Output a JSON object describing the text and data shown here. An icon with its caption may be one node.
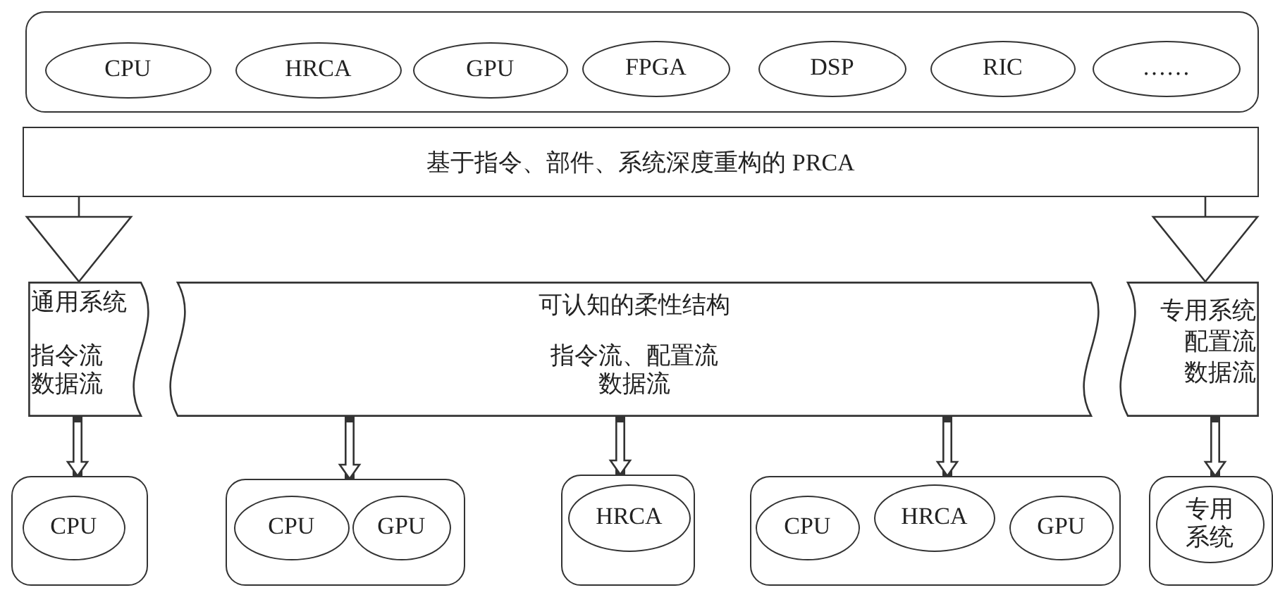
{
  "diagram": {
    "nodes": [
      {
        "text": [],
        "shape": "box"
      },
      {
        "text": [
          "CPU"
        ],
        "in": 0
      },
      {
        "text": [
          "HRCA"
        ],
        "in": 0
      },
      {
        "text": [
          "GPU"
        ],
        "in": 0
      },
      {
        "text": [
          "FPGA"
        ],
        "in": 0
      },
      {
        "text": [
          "DSP"
        ],
        "in": 0
      },
      {
        "text": [
          "RIC"
        ],
        "in": 0
      },
      {
        "text": [
          "……"
        ],
        "in": 0
      },
      {
        "text": [
          "基于指令、部件、系统深度重构的 PRCA"
        ]
      },
      {
        "text": [
          "通用系统",
          "指令流",
          "数据流"
        ]
      },
      {
        "text": [
          "可认知的柔性结构",
          "指令流、配置流",
          "数据流"
        ]
      },
      {
        "text": [
          "专用系统",
          "配置流",
          "数据流"
        ]
      },
      {
        "text": [],
        "shape": "box"
      },
      {
        "text": [
          "CPU"
        ],
        "in": 12
      },
      {
        "text": [],
        "shape": "box"
      },
      {
        "text": [
          "CPU"
        ],
        "in": 14
      },
      {
        "text": [
          "GPU"
        ],
        "in": 14
      },
      {
        "text": [],
        "shape": "box"
      },
      {
        "text": [
          "HRCA"
        ],
        "in": 17
      },
      {
        "text": [],
        "shape": "box"
      },
      {
        "text": [
          "CPU"
        ],
        "in": 19
      },
      {
        "text": [
          "HRCA"
        ],
        "in": 19
      },
      {
        "text": [
          "GPU"
        ],
        "in": 19
      },
      {
        "text": [],
        "shape": "box"
      },
      {
        "text": [
          "专用系统"
        ],
        "in": 23
      }
    ],
    "edges": [
      {
        "from": 8,
        "to": 9,
        "arrow": "to"
      },
      {
        "from": 8,
        "to": 11,
        "arrow": "to"
      },
      {
        "from": 9,
        "to": 12,
        "arrow": "to"
      },
      {
        "from": 10,
        "to": 14,
        "arrow": "to"
      },
      {
        "from": 10,
        "to": 17,
        "arrow": "to"
      },
      {
        "from": 10,
        "to": 19,
        "arrow": "to"
      },
      {
        "from": 11,
        "to": 23,
        "arrow": "to"
      }
    ]
  }
}
